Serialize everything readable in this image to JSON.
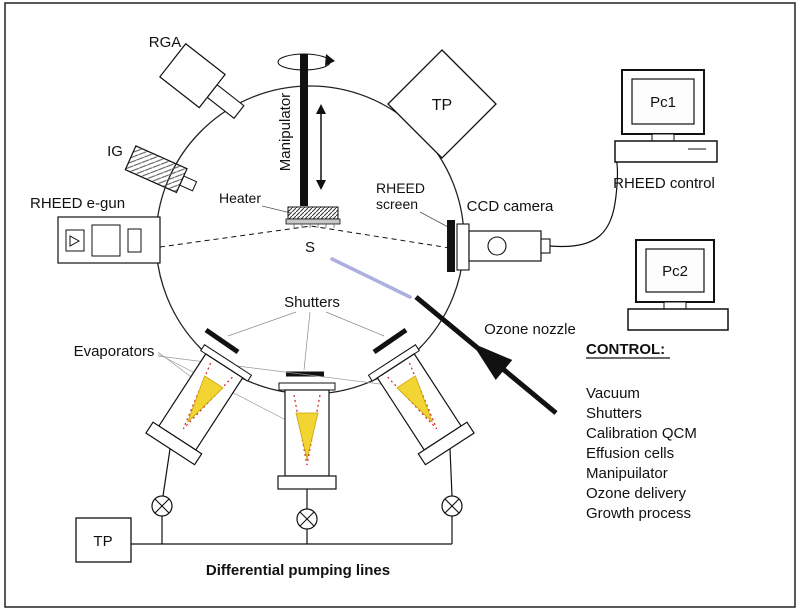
{
  "labels": {
    "rga": "RGA",
    "ig": "IG",
    "rheed_egun": "RHEED e-gun",
    "manipulator": "Manipulator",
    "tp_top": "TP",
    "heater": "Heater",
    "sample": "S",
    "rheed_screen": [
      "RHEED",
      "screen"
    ],
    "ccd_camera": "CCD camera",
    "shutters": "Shutters",
    "ozone_nozzle": "Ozone nozzle",
    "evaporators": "Evaporators",
    "tp_bottom": "TP",
    "differential_pumping_lines": "Differential pumping lines"
  },
  "computers": {
    "pc1": {
      "label": "Pc1",
      "caption": "RHEED control"
    },
    "pc2": {
      "label": "Pc2"
    }
  },
  "control_panel": {
    "heading": "CONTROL:",
    "items": [
      "Vacuum",
      "Shutters",
      "Calibration QCM",
      "Effusion cells",
      "Manipuilator",
      "Ozone delivery",
      "Growth process"
    ]
  },
  "colors": {
    "material_yellow": "#f2d433",
    "crucible_red": "#cc2222",
    "beam_blue": "#9494d8",
    "line_black": "#111111"
  }
}
